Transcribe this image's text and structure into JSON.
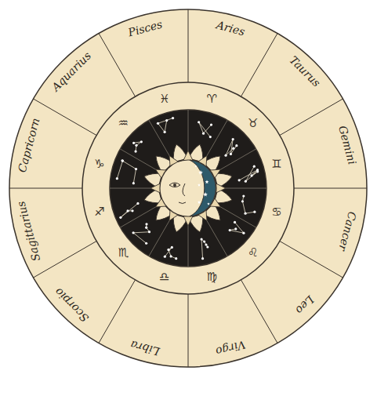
{
  "diagram": {
    "labels": [
      "Pisces",
      "Aries",
      "Taurus",
      "Gemini",
      "Cancer",
      "Leo",
      "Virgo",
      "Libra",
      "Scorpio",
      "Sagittarius",
      "Capricorn",
      "Aquarius",
      "♓",
      "♈",
      "♉",
      "♊",
      "♋",
      "♌",
      "♍",
      "♎",
      "♏",
      "♐",
      "♑",
      "♒"
    ]
  }
}
